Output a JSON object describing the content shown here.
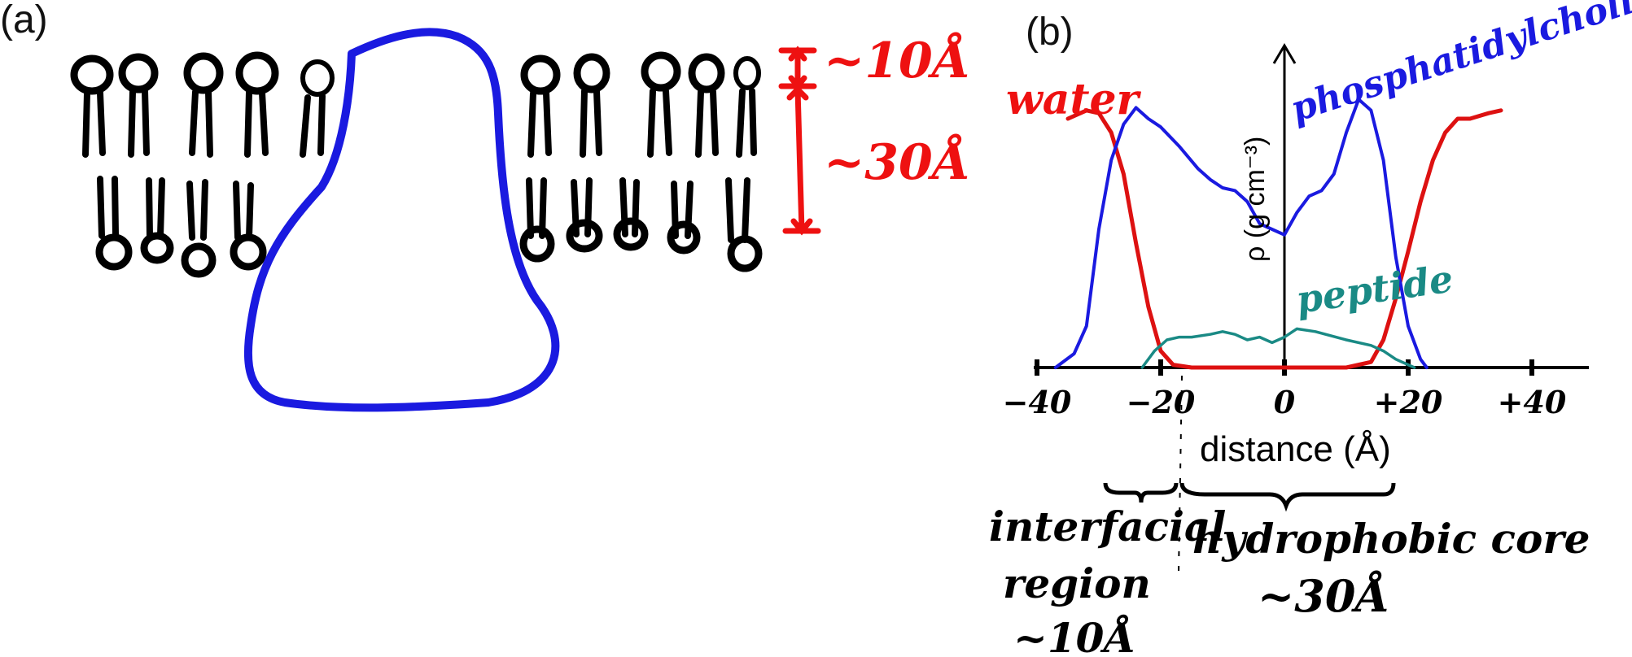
{
  "panel_a": {
    "label": "(a)",
    "head_thickness_label": "~10Å",
    "core_thickness_label": "~30Å",
    "colors": {
      "lipid": "#000000",
      "peptide": "#1a1ae0",
      "scale": "#ee1111"
    }
  },
  "panel_b": {
    "label": "(b)",
    "y_axis_label": "ρ (g cm⁻³)",
    "x_axis_label": "distance (Å)",
    "tick_labels": [
      "−40",
      "−20",
      "0",
      "+20",
      "+40"
    ],
    "annotations": {
      "interfacial_line1": "interfacial",
      "interfacial_line2": "region",
      "interfacial_size": "~10Å",
      "core_line1": "hydrophobic core",
      "core_size": "~30Å"
    }
  },
  "chart_data": {
    "type": "line",
    "xlabel": "distance (Å)",
    "ylabel": "ρ (g cm⁻³)",
    "xlim": [
      -40,
      45
    ],
    "x_ticks": [
      -40,
      -20,
      0,
      20,
      40
    ],
    "series": [
      {
        "name": "water",
        "color": "#dd1111",
        "x": [
          -35,
          -32,
          -30,
          -28,
          -26,
          -24,
          -22,
          -20,
          -18,
          -15,
          -10,
          0,
          10,
          14,
          16,
          18,
          20,
          22,
          24,
          26,
          28,
          30,
          33,
          35
        ],
        "y": [
          0.9,
          0.93,
          0.92,
          0.85,
          0.7,
          0.45,
          0.22,
          0.06,
          0.01,
          0.0,
          0.0,
          0.0,
          0.0,
          0.02,
          0.1,
          0.25,
          0.42,
          0.6,
          0.75,
          0.85,
          0.9,
          0.9,
          0.92,
          0.93
        ]
      },
      {
        "name": "phosphatidylcholine",
        "color": "#1a1ae0",
        "x": [
          -37,
          -34,
          -32,
          -30,
          -28,
          -26,
          -24,
          -22,
          -20,
          -17,
          -14,
          -12,
          -10,
          -8,
          -6,
          -4,
          -2,
          0,
          2,
          4,
          6,
          8,
          10,
          12,
          14,
          16,
          18,
          20,
          22,
          23
        ],
        "y": [
          0.0,
          0.05,
          0.15,
          0.5,
          0.75,
          0.88,
          0.94,
          0.9,
          0.87,
          0.8,
          0.72,
          0.68,
          0.65,
          0.64,
          0.6,
          0.52,
          0.5,
          0.48,
          0.56,
          0.62,
          0.64,
          0.7,
          0.85,
          0.97,
          0.93,
          0.75,
          0.4,
          0.15,
          0.03,
          0.0
        ]
      },
      {
        "name": "peptide",
        "color": "#1a8a85",
        "x": [
          -23,
          -21,
          -19,
          -17,
          -15,
          -12,
          -10,
          -8,
          -6,
          -4,
          -2,
          0,
          2,
          5,
          10,
          14,
          16,
          18,
          20,
          21
        ],
        "y": [
          0.0,
          0.06,
          0.1,
          0.11,
          0.11,
          0.12,
          0.13,
          0.12,
          0.1,
          0.11,
          0.09,
          0.11,
          0.14,
          0.13,
          0.1,
          0.08,
          0.06,
          0.03,
          0.01,
          0.0
        ]
      }
    ]
  }
}
